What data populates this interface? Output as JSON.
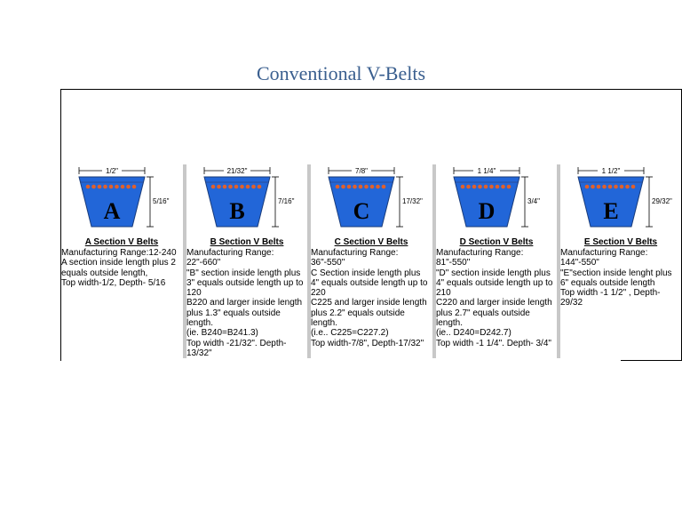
{
  "page": {
    "title": "Conventional V-Belts"
  },
  "sections": [
    {
      "letter": "A",
      "top_width_label": "1/2\"",
      "depth_label": "5/16\"",
      "title": "A Section V Belts",
      "lines": [
        "Manufacturing Range:12-240",
        "A section inside length plus 2 equals outside length,",
        "Top width-1/2, Depth- 5/16"
      ]
    },
    {
      "letter": "B",
      "top_width_label": "21/32\"",
      "depth_label": "7/16\"",
      "title": "B Section V Belts",
      "lines": [
        "Manufacturing Range: 22\"-660\"",
        "\"B\" section inside length plus 3\" equals outside length up to 120",
        "B220 and larger inside length plus 1.3\" equals outside length.",
        "(ie. B240=B241.3)",
        "Top width -21/32\". Depth-13/32\""
      ]
    },
    {
      "letter": "C",
      "top_width_label": "7/8\"",
      "depth_label": "17/32\"",
      "title": "C Section V Belts",
      "lines": [
        "Manufacturing Range: 36\"-550\"",
        "C Section inside length plus 4\" equals outside length up to 220",
        "C225 and larger inside length plus 2.2\" equals outside length.",
        "(i.e.. C225=C227.2)",
        "Top width-7/8\", Depth-17/32\""
      ]
    },
    {
      "letter": "D",
      "top_width_label": "1 1/4\"",
      "depth_label": "3/4\"",
      "title": "D Section V Belts",
      "lines": [
        "Manufacturing Range: 81\"-550\"",
        "\"D\" section inside length plus 4\" equals outside length up to 210",
        "C220 and larger inside length plus 2.7\" equals outside length.",
        "(ie.. D240=D242.7)",
        "Top width -1 1/4\". Depth- 3/4\""
      ]
    },
    {
      "letter": "E",
      "top_width_label": "1 1/2\"",
      "depth_label": "29/32\"",
      "title": "E Section V Belts",
      "lines": [
        "Manufacturing Range: 144\"-550\"",
        "\"E\"section inside lenght plus 6\" equals outside length",
        "Top width -1 1/2\" , Depth-29/32"
      ]
    }
  ],
  "colors": {
    "title": "#3a5f8f",
    "belt_fill": "#2266d8",
    "belt_cords": "#e0602a"
  }
}
